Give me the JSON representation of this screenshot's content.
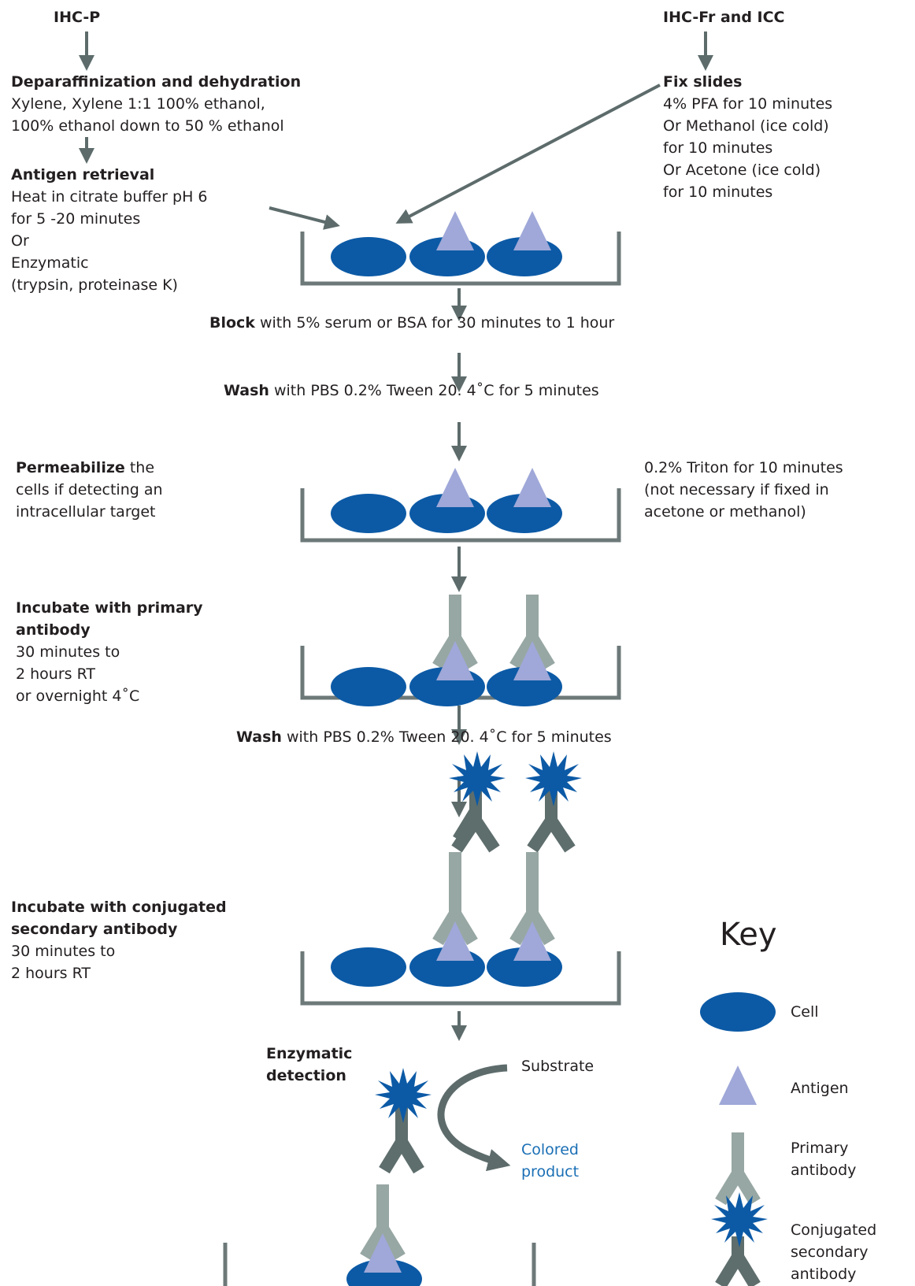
{
  "colors": {
    "cell": "#0c5aa6",
    "antigen": "#9fa8d8",
    "primary_antibody": "#97a7a3",
    "secondary_antibody": "#5e6e6d",
    "arrow": "#5d6b6b",
    "tray": "#6d7878",
    "colored_product_text": "#1a6fb5",
    "text": "#231f20"
  },
  "icons": [
    "cell-icon",
    "antigen-icon",
    "primary-antibody-icon",
    "conjugated-secondary-antibody-icon",
    "conjugate-star-icon",
    "down-arrow-icon",
    "slide-tray-icon"
  ],
  "left_branch": {
    "title": "IHC-P",
    "deparaffinization": {
      "heading": "Deparaffinization and dehydration",
      "lines": [
        "Xylene, Xylene 1:1 100% ethanol,",
        "100% ethanol down to 50 % ethanol"
      ]
    },
    "antigen_retrieval": {
      "heading": "Antigen retrieval",
      "lines": [
        "Heat in citrate buffer pH 6",
        "for 5 -20 minutes",
        "Or",
        "Enzymatic",
        "(trypsin, proteinase K)"
      ]
    }
  },
  "right_branch": {
    "title": "IHC-Fr and ICC",
    "fix_slides": {
      "heading": "Fix slides",
      "lines": [
        "4% PFA for 10 minutes",
        "Or Methanol (ice cold)",
        "for 10 minutes",
        "Or Acetone (ice cold)",
        "for 10 minutes"
      ]
    }
  },
  "steps": {
    "block": {
      "bold": "Block",
      "rest": " with 5% serum or BSA for 30 minutes to 1 hour"
    },
    "wash1": {
      "bold": "Wash",
      "rest": " with PBS 0.2% Tween 20. 4˚C for 5 minutes"
    },
    "permeabilize": {
      "bold": "Permeabilize",
      "rest": " the",
      "lines": [
        "cells if detecting an",
        "intracellular target"
      ],
      "note_lines": [
        "0.2% Triton for 10 minutes",
        "(not necessary if fixed in",
        "acetone or methanol)"
      ]
    },
    "primary": {
      "heading_lines": [
        "Incubate with primary",
        "antibody"
      ],
      "lines": [
        "30 minutes to",
        "2 hours RT",
        "or overnight 4˚C"
      ]
    },
    "wash2": {
      "bold": "Wash",
      "rest": " with PBS 0.2% Tween 20. 4˚C for 5 minutes"
    },
    "secondary": {
      "heading_lines": [
        "Incubate with conjugated",
        "secondary antibody"
      ],
      "lines": [
        "30 minutes to",
        "2 hours RT"
      ]
    },
    "detection": {
      "heading_lines": [
        "Enzymatic",
        "detection"
      ],
      "substrate": "Substrate",
      "product_lines": [
        "Colored",
        "product"
      ]
    }
  },
  "key": {
    "title": "Key",
    "cell": "Cell",
    "antigen": "Antigen",
    "primary_lines": [
      "Primary",
      "antibody"
    ],
    "secondary_lines": [
      "Conjugated",
      "secondary",
      "antibody"
    ]
  }
}
